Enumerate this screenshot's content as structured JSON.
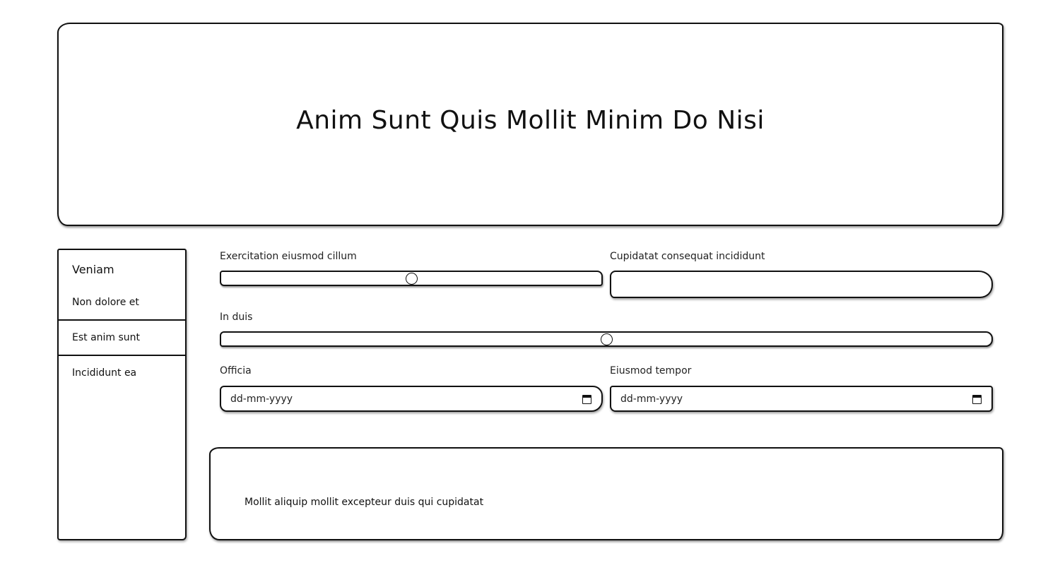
{
  "hero": {
    "title": "Anim Sunt Quis Mollit Minim Do Nisi"
  },
  "sidebar": {
    "heading": "Veniam",
    "items": [
      {
        "label": "Non dolore et"
      },
      {
        "label": "Est anim sunt"
      },
      {
        "label": "Incididunt ea"
      }
    ]
  },
  "form": {
    "slider1": {
      "label": "Exercitation eiusmod cillum",
      "value_percent": 50
    },
    "text1": {
      "label": "Cupidatat consequat incididunt",
      "value": ""
    },
    "slider2": {
      "label": "In duis",
      "value_percent": 50
    },
    "date1": {
      "label": "Officia",
      "placeholder": "dd-mm-yyyy"
    },
    "date2": {
      "label": "Eiusmod tempor",
      "placeholder": "dd-mm-yyyy"
    }
  },
  "footer": {
    "text": "Mollit aliquip mollit excepteur duis qui cupidatat"
  },
  "icons": {
    "calendar": "calendar-icon"
  }
}
